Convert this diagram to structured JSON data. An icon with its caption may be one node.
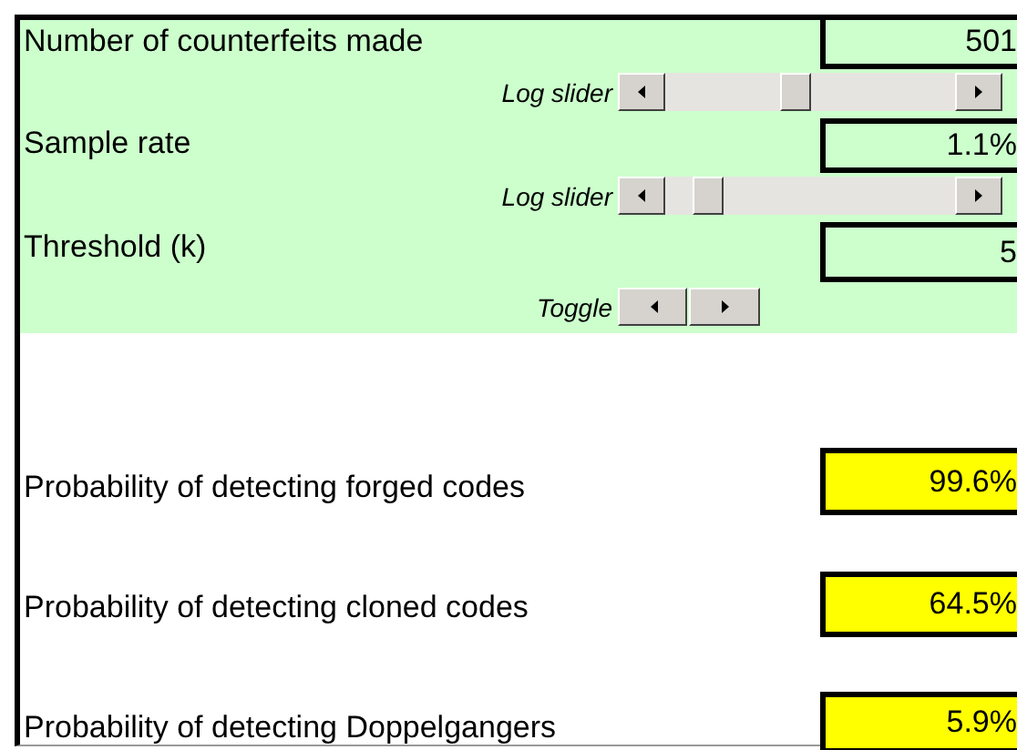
{
  "diagram": {
    "nodes": [
      {
        "text": [
          "501"
        ]
      },
      {
        "text": [
          "1.1%"
        ]
      },
      {
        "text": [
          "5"
        ]
      },
      {
        "text": [
          "99.6%"
        ]
      },
      {
        "text": [
          "64.5%"
        ]
      },
      {
        "text": [
          "5.9%"
        ]
      }
    ],
    "labels": [
      "Number of counterfeits made",
      "Log slider",
      "Sample rate",
      "Log slider",
      "Threshold (k)",
      "Toggle",
      "Probability of detecting forged codes",
      "Probability of detecting cloned codes",
      "Probability of detecting Doppelgangers"
    ]
  }
}
